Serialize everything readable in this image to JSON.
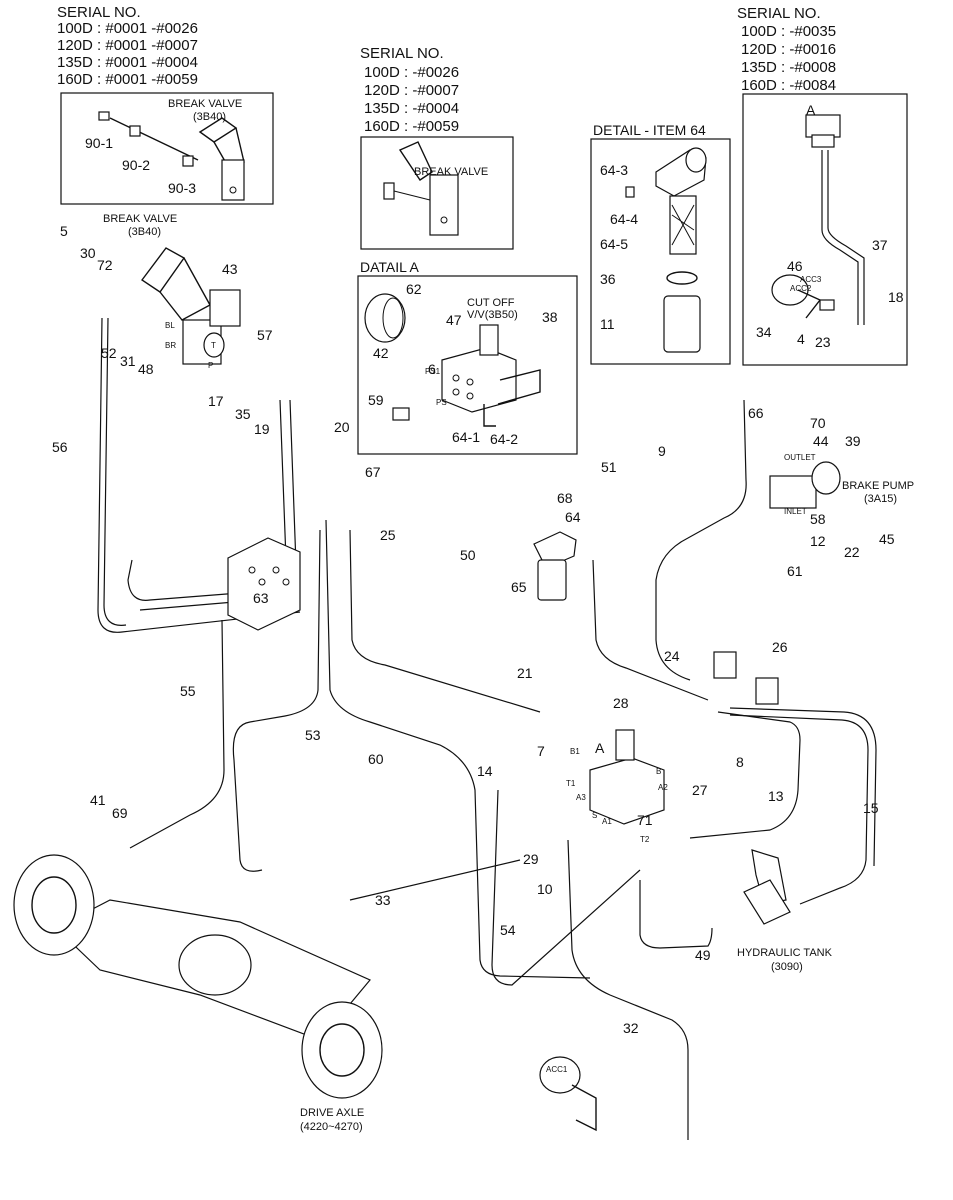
{
  "serial_blocks": [
    {
      "title": "SERIAL NO.",
      "rows": [
        "100D : #0001 -#0026",
        "120D : #0001 -#0007",
        "135D : #0001 -#0004",
        "160D : #0001 -#0059"
      ]
    },
    {
      "title": "SERIAL NO.",
      "rows": [
        "100D : -#0026",
        "120D : -#0007",
        "135D : -#0004",
        "160D : -#0059"
      ]
    },
    {
      "title": "SERIAL NO.",
      "rows": [
        "100D : -#0035",
        "120D : -#0016",
        "135D : -#0008",
        "160D : -#0084"
      ]
    }
  ],
  "detail_headers": {
    "item64": "DETAIL - ITEM 64",
    "a": "DATAIL A"
  },
  "captions": {
    "break_valve_1": "BREAK VALVE",
    "break_valve_1_ref": "(3B40)",
    "break_valve_2": "BREAK VALVE",
    "break_valve_3": "BREAK VALVE",
    "break_valve_3_ref": "(3B40)",
    "cut_off": "CUT OFF",
    "cut_off_ref": "V/V(3B50)",
    "brake_pump": "BRAKE PUMP",
    "brake_pump_ref": "(3A15)",
    "hydraulic_tank": "HYDRAULIC TANK",
    "hydraulic_tank_ref": "(3090)",
    "drive_axle": "DRIVE AXLE",
    "drive_axle_ref": "(4220~4270)",
    "outlet": "OUTLET",
    "inlet": "INLET",
    "point_a_1": "A",
    "point_a_2": "A"
  },
  "small_marks": [
    "BL",
    "BR",
    "T",
    "P",
    "PS1",
    "PS",
    "ACC3",
    "ACC2",
    "ACC1",
    "B1",
    "T1",
    "A3",
    "A1",
    "A2",
    "T2",
    "B",
    "S"
  ],
  "part_labels": [
    "90-1",
    "90-2",
    "90-3",
    "5",
    "30",
    "72",
    "43",
    "52",
    "31",
    "48",
    "57",
    "17",
    "35",
    "19",
    "20",
    "56",
    "55",
    "53",
    "60",
    "21",
    "25",
    "67",
    "63",
    "62",
    "47",
    "42",
    "6",
    "38",
    "59",
    "64-1",
    "64-2",
    "64-3",
    "64-4",
    "64-5",
    "36",
    "11",
    "37",
    "18",
    "34",
    "4",
    "23",
    "46",
    "70",
    "44",
    "39",
    "45",
    "22",
    "58",
    "12",
    "9",
    "51",
    "66",
    "68",
    "64",
    "50",
    "65",
    "61",
    "24",
    "26",
    "28",
    "7",
    "14",
    "8",
    "71",
    "27",
    "13",
    "15",
    "29",
    "10",
    "54",
    "33",
    "49",
    "32",
    "41",
    "69"
  ]
}
